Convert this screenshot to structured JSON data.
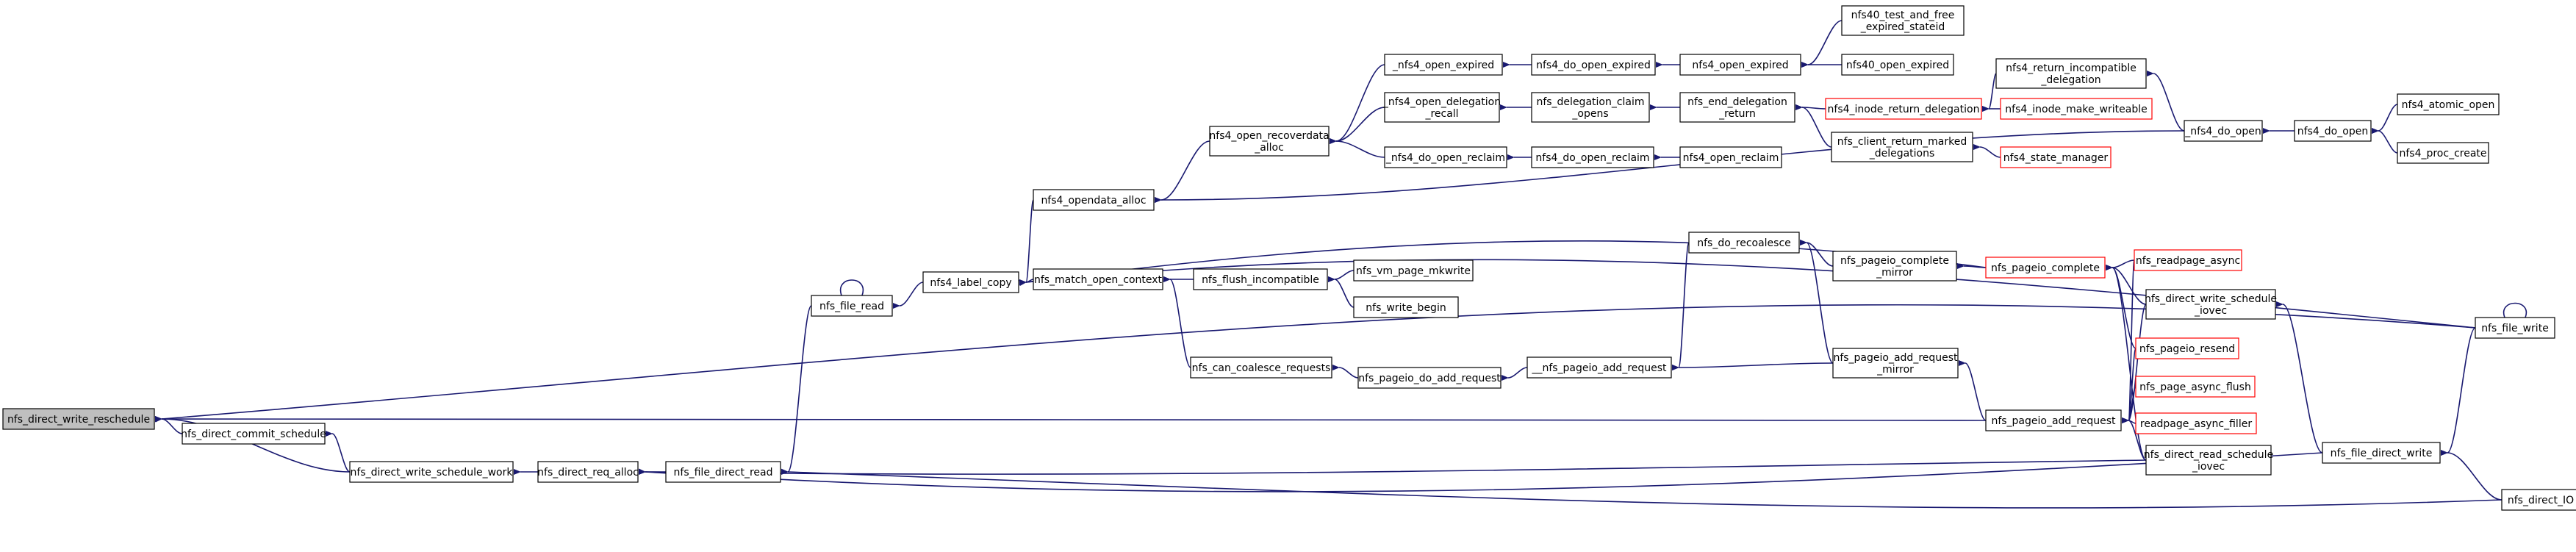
{
  "colors": {
    "edge": "#191970",
    "node_border": "#000000",
    "node_border_truncated": "#ff0000",
    "node_fill": "#ffffff",
    "root_fill": "#bfbfbf"
  },
  "nodes": [
    {
      "id": "n0",
      "lines": [
        "nfs_direct_write_reschedule"
      ],
      "root": true
    },
    {
      "id": "n1",
      "lines": [
        "nfs_direct_commit_schedule"
      ]
    },
    {
      "id": "n2",
      "lines": [
        "nfs_direct_write_schedule_work"
      ]
    },
    {
      "id": "n3",
      "lines": [
        "nfs_direct_req_alloc"
      ]
    },
    {
      "id": "n4",
      "lines": [
        "nfs_file_direct_read"
      ]
    },
    {
      "id": "n5",
      "lines": [
        "nfs_file_read"
      ]
    },
    {
      "id": "n6",
      "lines": [
        "nfs4_label_copy"
      ]
    },
    {
      "id": "n7",
      "lines": [
        "nfs4_opendata_alloc"
      ]
    },
    {
      "id": "n8",
      "lines": [
        "nfs_match_open_context"
      ]
    },
    {
      "id": "n9",
      "lines": [
        "nfs_can_coalesce_requests"
      ]
    },
    {
      "id": "n10",
      "lines": [
        "nfs4_open_recoverdata",
        "_alloc"
      ]
    },
    {
      "id": "n11",
      "lines": [
        "_nfs4_open_expired"
      ]
    },
    {
      "id": "n12",
      "lines": [
        "_nfs4_open_delegation",
        "_recall"
      ]
    },
    {
      "id": "n13",
      "lines": [
        "_nfs4_do_open_reclaim"
      ]
    },
    {
      "id": "n14",
      "lines": [
        "nfs_flush_incompatible"
      ]
    },
    {
      "id": "n15",
      "lines": [
        "nfs_vm_page_mkwrite"
      ]
    },
    {
      "id": "n16",
      "lines": [
        "nfs_write_begin"
      ]
    },
    {
      "id": "n17",
      "lines": [
        "nfs_pageio_do_add_request"
      ]
    },
    {
      "id": "n18",
      "lines": [
        "nfs4_do_open_expired"
      ]
    },
    {
      "id": "n19",
      "lines": [
        "nfs_delegation_claim",
        "_opens"
      ]
    },
    {
      "id": "n20",
      "lines": [
        "nfs4_do_open_reclaim"
      ]
    },
    {
      "id": "n21",
      "lines": [
        "__nfs_pageio_add_request"
      ]
    },
    {
      "id": "n22",
      "lines": [
        "nfs4_open_expired"
      ]
    },
    {
      "id": "n23",
      "lines": [
        "nfs_end_delegation",
        "_return"
      ]
    },
    {
      "id": "n24",
      "lines": [
        "nfs4_open_reclaim"
      ]
    },
    {
      "id": "n25",
      "lines": [
        "nfs_do_recoalesce"
      ]
    },
    {
      "id": "n26",
      "lines": [
        "nfs40_test_and_free",
        "_expired_stateid"
      ]
    },
    {
      "id": "n27",
      "lines": [
        "nfs40_open_expired"
      ]
    },
    {
      "id": "n28",
      "lines": [
        "nfs4_inode_return_delegation"
      ],
      "truncated": true
    },
    {
      "id": "n29",
      "lines": [
        "nfs_client_return_marked",
        "_delegations"
      ]
    },
    {
      "id": "n30",
      "lines": [
        "nfs_pageio_complete",
        "_mirror"
      ]
    },
    {
      "id": "n31",
      "lines": [
        "nfs_pageio_add_request",
        "_mirror"
      ]
    },
    {
      "id": "n32",
      "lines": [
        "nfs4_return_incompatible",
        "_delegation"
      ]
    },
    {
      "id": "n33",
      "lines": [
        "nfs4_inode_make_writeable"
      ],
      "truncated": true
    },
    {
      "id": "n34",
      "lines": [
        "nfs4_state_manager"
      ],
      "truncated": true
    },
    {
      "id": "n35",
      "lines": [
        "nfs_pageio_complete"
      ],
      "truncated": true
    },
    {
      "id": "n36",
      "lines": [
        "nfs_pageio_add_request"
      ]
    },
    {
      "id": "n37",
      "lines": [
        "_nfs4_do_open"
      ]
    },
    {
      "id": "n38",
      "lines": [
        "nfs_readpage_async"
      ],
      "truncated": true
    },
    {
      "id": "n39",
      "lines": [
        "nfs_direct_write_schedule",
        "_iovec"
      ]
    },
    {
      "id": "n40",
      "lines": [
        "nfs_pageio_resend"
      ],
      "truncated": true
    },
    {
      "id": "n41",
      "lines": [
        "nfs_page_async_flush"
      ],
      "truncated": true
    },
    {
      "id": "n42",
      "lines": [
        "readpage_async_filler"
      ],
      "truncated": true
    },
    {
      "id": "n43",
      "lines": [
        "nfs_direct_read_schedule",
        "_iovec"
      ]
    },
    {
      "id": "n44",
      "lines": [
        "nfs4_do_open"
      ]
    },
    {
      "id": "n45",
      "lines": [
        "nfs_file_direct_write"
      ]
    },
    {
      "id": "n46",
      "lines": [
        "nfs4_atomic_open"
      ]
    },
    {
      "id": "n47",
      "lines": [
        "nfs4_proc_create"
      ]
    },
    {
      "id": "n48",
      "lines": [
        "nfs_file_write"
      ]
    },
    {
      "id": "n49",
      "lines": [
        "nfs_direct_IO"
      ]
    }
  ],
  "edges": [
    [
      "n1",
      "n0"
    ],
    [
      "n2",
      "n0"
    ],
    [
      "n36",
      "n0"
    ],
    [
      "n48",
      "n0"
    ],
    [
      "n2",
      "n1"
    ],
    [
      "n3",
      "n2"
    ],
    [
      "n4",
      "n3"
    ],
    [
      "n43",
      "n3"
    ],
    [
      "n45",
      "n3"
    ],
    [
      "n5",
      "n4"
    ],
    [
      "n49",
      "n4"
    ],
    [
      "n5",
      "n5"
    ],
    [
      "n6",
      "n5"
    ],
    [
      "n7",
      "n6"
    ],
    [
      "n8",
      "n6"
    ],
    [
      "n48",
      "n6"
    ],
    [
      "n35",
      "n6"
    ],
    [
      "n10",
      "n7"
    ],
    [
      "n37",
      "n7"
    ],
    [
      "n14",
      "n8"
    ],
    [
      "n9",
      "n8"
    ],
    [
      "n17",
      "n9"
    ],
    [
      "n11",
      "n10"
    ],
    [
      "n12",
      "n10"
    ],
    [
      "n13",
      "n10"
    ],
    [
      "n18",
      "n11"
    ],
    [
      "n19",
      "n12"
    ],
    [
      "n20",
      "n13"
    ],
    [
      "n15",
      "n14"
    ],
    [
      "n16",
      "n14"
    ],
    [
      "n21",
      "n17"
    ],
    [
      "n22",
      "n18"
    ],
    [
      "n23",
      "n19"
    ],
    [
      "n24",
      "n20"
    ],
    [
      "n25",
      "n21"
    ],
    [
      "n31",
      "n21"
    ],
    [
      "n26",
      "n22"
    ],
    [
      "n27",
      "n22"
    ],
    [
      "n28",
      "n23"
    ],
    [
      "n29",
      "n23"
    ],
    [
      "n30",
      "n25"
    ],
    [
      "n31",
      "n25"
    ],
    [
      "n32",
      "n28"
    ],
    [
      "n33",
      "n28"
    ],
    [
      "n34",
      "n29"
    ],
    [
      "n35",
      "n30"
    ],
    [
      "n36",
      "n31"
    ],
    [
      "n37",
      "n32"
    ],
    [
      "n38",
      "n35"
    ],
    [
      "n39",
      "n35"
    ],
    [
      "n40",
      "n35"
    ],
    [
      "n43",
      "n35"
    ],
    [
      "n38",
      "n36"
    ],
    [
      "n39",
      "n36"
    ],
    [
      "n40",
      "n36"
    ],
    [
      "n41",
      "n36"
    ],
    [
      "n42",
      "n36"
    ],
    [
      "n43",
      "n36"
    ],
    [
      "n44",
      "n37"
    ],
    [
      "n45",
      "n39"
    ],
    [
      "n46",
      "n44"
    ],
    [
      "n47",
      "n44"
    ],
    [
      "n48",
      "n45"
    ],
    [
      "n49",
      "n45"
    ],
    [
      "n48",
      "n48"
    ]
  ]
}
